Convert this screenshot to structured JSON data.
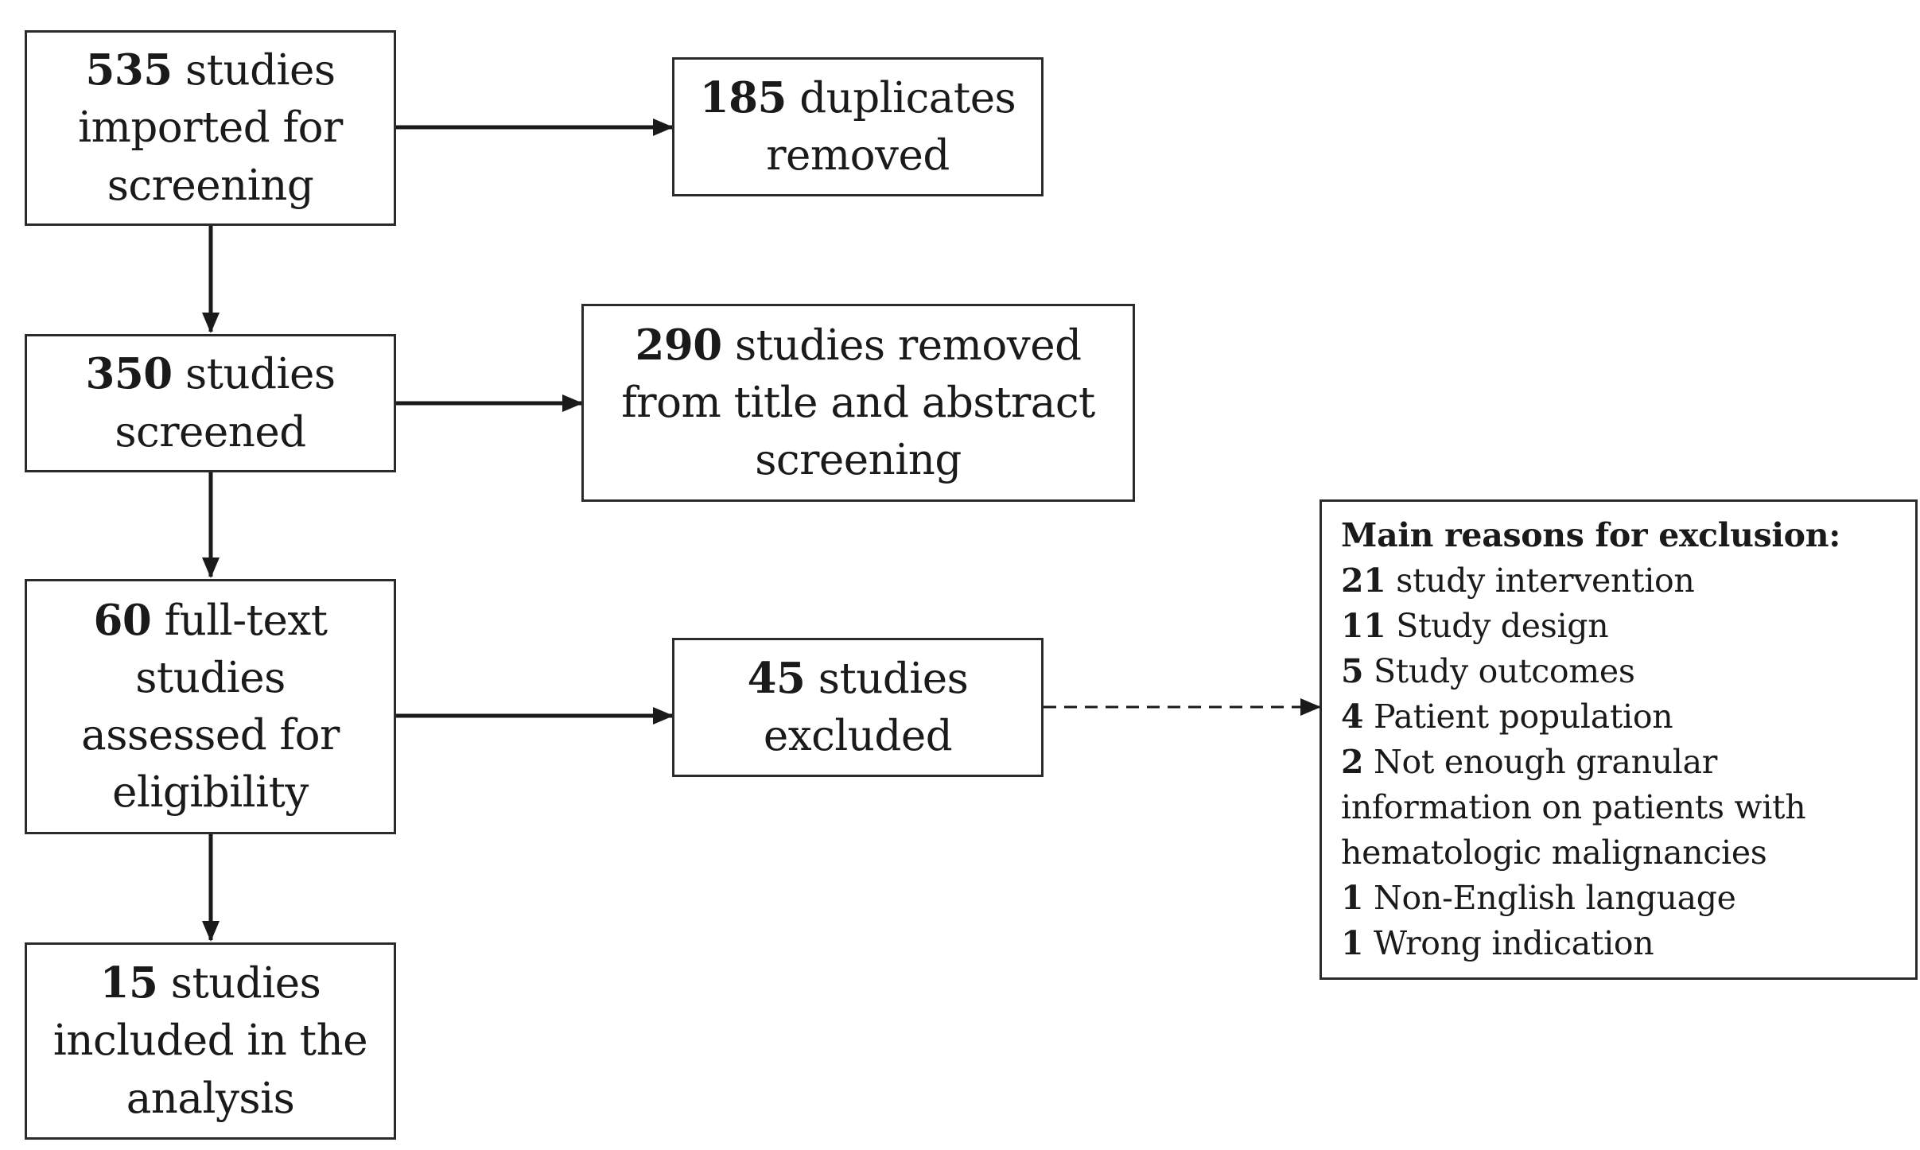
{
  "boxes": {
    "imported": {
      "count": "535",
      "text": " studies imported for screening"
    },
    "screened": {
      "count": "350",
      "text": " studies screened"
    },
    "fulltext": {
      "count": "60",
      "text": " full-text studies assessed for eligibility"
    },
    "included": {
      "count": "15",
      "text": " studies included in the analysis"
    },
    "duplicates": {
      "count": "185",
      "text": " duplicates removed"
    },
    "removed_title": {
      "count": "290",
      "text": " studies removed from title and abstract screening"
    },
    "excluded": {
      "count": "45",
      "text": " studies excluded"
    }
  },
  "reasons": {
    "heading": "Main reasons for exclusion:",
    "items": [
      {
        "count": "21",
        "text": " study intervention"
      },
      {
        "count": "11",
        "text": " Study design"
      },
      {
        "count": "5",
        "text": " Study outcomes"
      },
      {
        "count": "4",
        "text": " Patient population"
      },
      {
        "count": "2",
        "text": " Not enough granular information on patients with hematologic malignancies"
      },
      {
        "count": "1",
        "text": " Non-English language"
      },
      {
        "count": "1",
        "text": " Wrong indication"
      }
    ]
  },
  "colors": {
    "border": "#2b2b2b",
    "arrow": "#1a1a1a",
    "background": "#ffffff"
  }
}
